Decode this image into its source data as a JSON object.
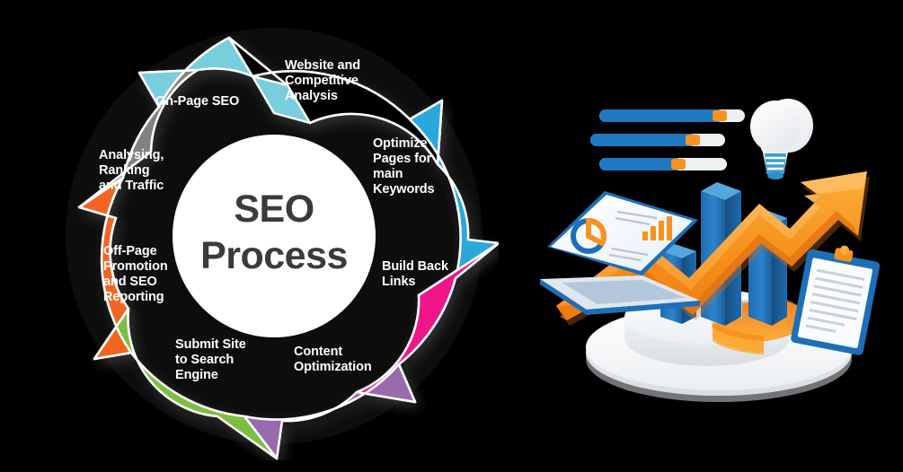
{
  "background_color": "#000000",
  "diagram": {
    "title": "SEO Process",
    "center": {
      "line1": "SEO",
      "line2": "Process",
      "text_color": "#3b3b3b"
    },
    "type": "cyclical-arrow-wheel",
    "segment_count": 8,
    "segments": [
      {
        "id": "website-competitive-analysis",
        "label": "Website and Competitive Analysis",
        "color": "#000000",
        "text_color": "#ffffff",
        "order": 1,
        "position": "top"
      },
      {
        "id": "optimize-pages-keywords",
        "label": "Optimize Pages for main Keywords",
        "color": "#29A8DC",
        "text_color": "#ffffff",
        "order": 2,
        "position": "top-right"
      },
      {
        "id": "build-back-links",
        "label": "Build Back Links",
        "color": "#EE1289",
        "text_color": "#ffffff",
        "order": 3,
        "position": "right"
      },
      {
        "id": "content-optimization",
        "label": "Content Optimization",
        "color": "#9A6BAE",
        "text_color": "#ffffff",
        "order": 4,
        "position": "bottom-right"
      },
      {
        "id": "submit-site-search-engine",
        "label": "Submit Site to Search Engine",
        "color": "#7CBE42",
        "text_color": "#ffffff",
        "order": 5,
        "position": "bottom-left"
      },
      {
        "id": "off-page-promotion-reporting",
        "label": "Off-Page Promotion and SEO Reporting",
        "color": "#F26522",
        "text_color": "#ffffff",
        "order": 6,
        "position": "left"
      },
      {
        "id": "analysing-ranking-traffic",
        "label": "Analysing, Ranking and Traffic",
        "color": "#808285",
        "text_color": "#ffffff",
        "order": 7,
        "position": "top-left"
      },
      {
        "id": "on-page-seo",
        "label": "On-Page SEO",
        "color": "#79CEDD",
        "text_color": "#ffffff",
        "order": 8,
        "position": "top-left-upper"
      }
    ],
    "segment_lines": {
      "website-competitive-analysis": [
        "Website and",
        "Competitive",
        "Analysis"
      ],
      "optimize-pages-keywords": [
        "Optimize",
        "Pages for",
        "main",
        "Keywords"
      ],
      "build-back-links": [
        "Build Back",
        "Links"
      ],
      "content-optimization": [
        "Content",
        "Optimization"
      ],
      "submit-site-search-engine": [
        "Submit Site",
        "to Search",
        "Engine"
      ],
      "off-page-promotion-reporting": [
        "Off-Page",
        "Promotion",
        "and SEO",
        "Reporting"
      ],
      "analysing-ranking-traffic": [
        "Analysing,",
        "Ranking",
        "and Traffic"
      ],
      "on-page-seo": [
        "On-Page SEO"
      ]
    }
  },
  "illustration": {
    "name": "seo-analytics-illustration",
    "description": "3D analytics scene on a white circular pedestal",
    "elements": [
      {
        "id": "laptop",
        "label": "laptop-with-charts",
        "colors": {
          "body": "#e8eef5",
          "trim": "#1c6fb8",
          "screen": "#f4f8fc"
        }
      },
      {
        "id": "bar-chart",
        "label": "blue-3d-bar-chart",
        "colors": {
          "bar": "#2478c0",
          "bar_top": "#3f95d8",
          "bar_side": "#1a5f9e"
        },
        "bars": [
          72,
          118,
          95,
          60
        ]
      },
      {
        "id": "growth-arrow",
        "label": "orange-growth-arrow",
        "colors": {
          "fill": "#F7931E",
          "edge": "#E8601C"
        },
        "direction": "up-right"
      },
      {
        "id": "pie-chart",
        "label": "3d-pie-chart",
        "colors": {
          "base": "#f0f1f3",
          "slice": "#F7931E"
        },
        "slice_percent": 30
      },
      {
        "id": "light-bulb",
        "label": "idea-light-bulb",
        "colors": {
          "glass": "#f5f7f9",
          "base": "#3f9ed0"
        }
      },
      {
        "id": "clipboard",
        "label": "clipboard-document",
        "colors": {
          "board": "#1c6fb8",
          "paper": "#fafbfc",
          "clip": "#F7931E"
        },
        "lines": 8
      },
      {
        "id": "progress-bars",
        "label": "blue-progress-sliders",
        "colors": {
          "track": "#eef1f4",
          "fill": "#1f78c2",
          "handle": "#F7931E"
        },
        "values": [
          88,
          78,
          64
        ]
      },
      {
        "id": "pedestal",
        "label": "white-circular-pedestal",
        "colors": {
          "top": "#fdfdfe",
          "side": "#e4e7ea"
        }
      }
    ]
  }
}
